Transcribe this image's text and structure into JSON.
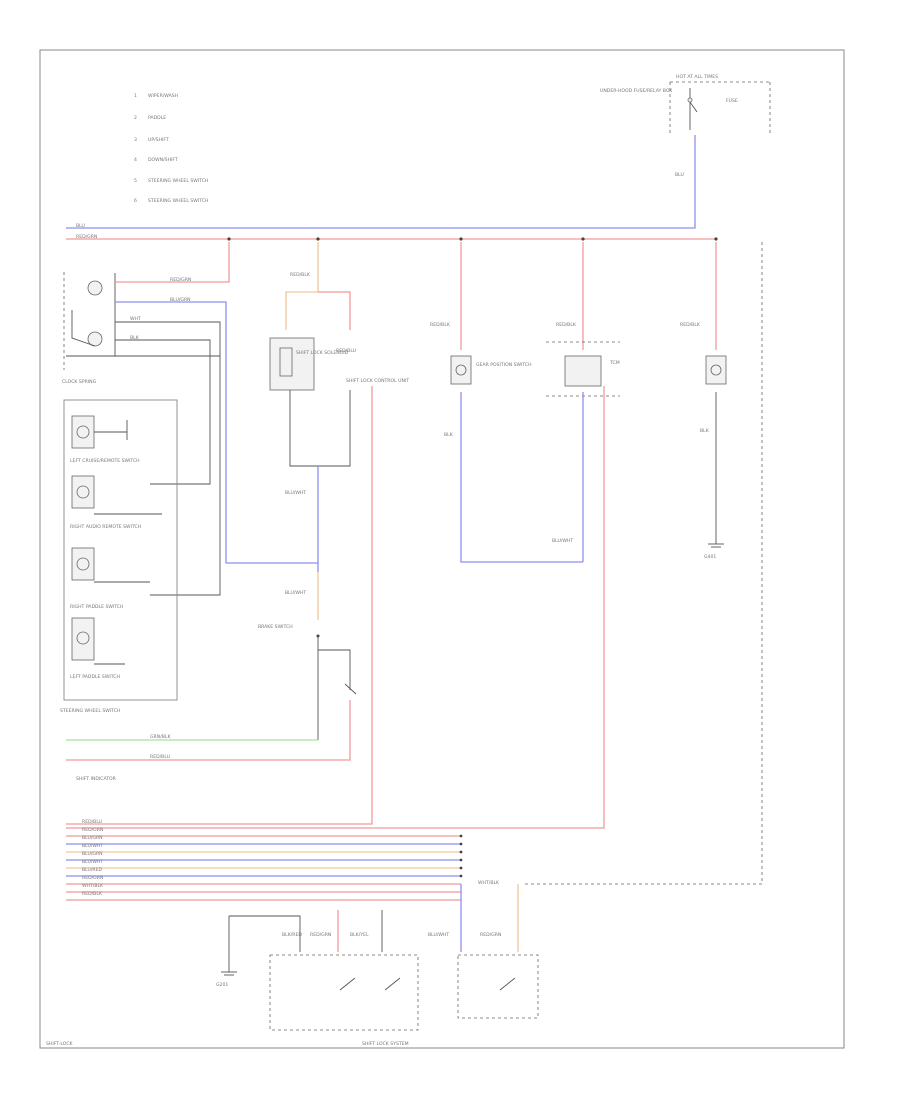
{
  "colors": {
    "red": "#f19a9a",
    "blue": "#8f8ff0",
    "orange": "#f2c79a",
    "green": "#a3e39a",
    "violet": "#c9a8e8",
    "wire_dark": "#555555"
  },
  "legend": {
    "items": [
      {
        "num": "1",
        "text": "WIPER/WASH"
      },
      {
        "num": "2",
        "text": "PADDLE"
      },
      {
        "num": "3",
        "text": "UP/SHIFT"
      },
      {
        "num": "4",
        "text": "DOWN/SHIFT"
      },
      {
        "num": "5",
        "text": "STEERING WHEEL SWITCH"
      },
      {
        "num": "6",
        "text": "STEERING WHEEL SWITCH"
      }
    ]
  },
  "labels": {
    "relay_box": "HOT AT ALL TIMES",
    "under_hood_fuse": "UNDER-HOOD FUSE/RELAY BOX",
    "fuse": "FUSE",
    "clock_spring": "CLOCK SPRING",
    "left_cruise": "LEFT CRUISE/REMOTE SWITCH",
    "right_audio": "RIGHT AUDIO REMOTE SWITCH",
    "right_paddle": "RIGHT PADDLE SWITCH",
    "left_paddle": "LEFT PADDLE SWITCH",
    "steering_wheel_switch": "STEERING WHEEL SWITCH",
    "shift_lock_solenoid": "SHIFT LOCK SOLENOID",
    "shift_lock_control": "SHIFT LOCK CONTROL UNIT",
    "gear_position": "GEAR POSITION SWITCH",
    "brake_switch": "BRAKE SWITCH",
    "shift_indicator": "SHIFT INDICATOR",
    "tcm": "TCM",
    "ground_1": "G401",
    "ground_2": "G201",
    "footer_left": "SHIFT-LOCK",
    "footer_bottom": "SHIFT LOCK SYSTEM"
  },
  "wire_labels": {
    "blu": "BLU",
    "red_grn": "RED/GRN",
    "blu_grn": "BLU/GRN",
    "wht": "WHT",
    "blk": "BLK",
    "grn_blk": "GRN/BLK",
    "red_blu": "RED/BLU",
    "blu_wht": "BLU/WHT",
    "wht_blk": "WHT/BLK",
    "blk_red": "BLK/RED",
    "red_blk": "RED/BLK",
    "blk_yel": "BLK/YEL"
  },
  "bus_rows": [
    "RED/BLU",
    "RED/GRN",
    "BLU/GRN",
    "BLU/WHT",
    "BLU/GRN",
    "BLU/WHT",
    "BLU/RED",
    "RED/GRN",
    "WHT/BLK",
    "RED/BLK"
  ]
}
